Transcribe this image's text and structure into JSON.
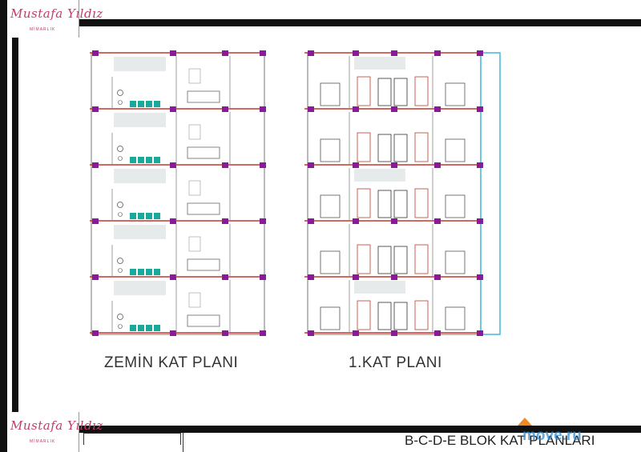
{
  "logo": {
    "signature": "Mustafa Yıldız",
    "subtitle": "MİMARLIK"
  },
  "plans": {
    "ground_floor_title": "ZEMİN KAT PLANI",
    "first_floor_title": "1.KAT PLANI"
  },
  "sheet_title": "B-C-D-E BLOK KAT PLANLARI",
  "watermark": "move.ru",
  "colors": {
    "frame": "#111111",
    "column": "#8b1a9b",
    "beam": "#c0392b",
    "kitchen": "#1aa89a",
    "balcony": "#3fb8d8",
    "logo": "#c23b6a",
    "watermark": "#2f8fd6"
  }
}
